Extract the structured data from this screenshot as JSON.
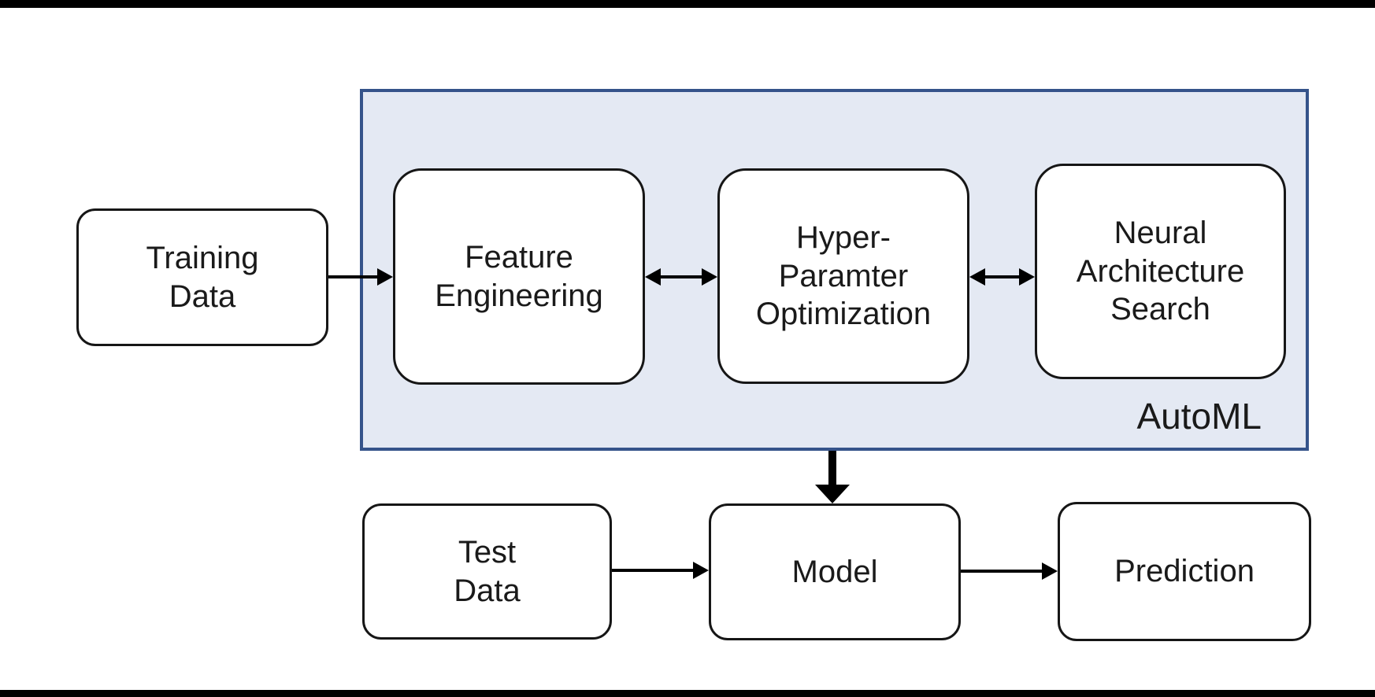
{
  "diagram": {
    "type": "flowchart",
    "group": {
      "label": "AutoML"
    },
    "nodes": {
      "training_data": {
        "label": "Training\nData"
      },
      "feature_engineering": {
        "label": "Feature\nEngineering"
      },
      "hyper_parameter_optimization": {
        "label": "Hyper-\nParamter\nOptimization"
      },
      "neural_architecture_search": {
        "label": "Neural\nArchitecture\nSearch"
      },
      "test_data": {
        "label": "Test\nData"
      },
      "model": {
        "label": "Model"
      },
      "prediction": {
        "label": "Prediction"
      }
    },
    "edges": [
      {
        "from": "Training Data",
        "to": "Feature Engineering",
        "direction": "single"
      },
      {
        "from": "Feature Engineering",
        "to": "Hyper-Paramter Optimization",
        "direction": "double"
      },
      {
        "from": "Hyper-Paramter Optimization",
        "to": "Neural Architecture Search",
        "direction": "double"
      },
      {
        "from": "AutoML",
        "to": "Model",
        "direction": "single-thick"
      },
      {
        "from": "Test Data",
        "to": "Model",
        "direction": "single"
      },
      {
        "from": "Model",
        "to": "Prediction",
        "direction": "single"
      }
    ],
    "colors": {
      "background": "#ffffff",
      "letterbox": "#000000",
      "group_fill": "#e4e9f3",
      "group_border": "#35538a",
      "node_fill": "#ffffff",
      "node_border": "#161616",
      "arrow": "#000000",
      "text": "#1a1a1a"
    }
  }
}
